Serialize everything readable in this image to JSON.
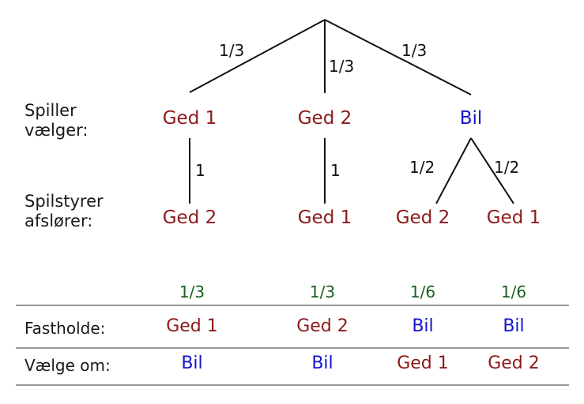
{
  "figure": {
    "title_text": "",
    "colors": {
      "goat": "#8b1a1a",
      "car": "#1414cc",
      "probability": "#1b5e20",
      "edge": "#111111",
      "rule": "#999999"
    }
  },
  "tree": {
    "row_labels": {
      "player_line1": "Spiller",
      "player_line2": "vælger:",
      "host_line1": "Spilstyrer",
      "host_line2": "afslører:"
    },
    "level1_edges": [
      {
        "label": "1/3"
      },
      {
        "label": "1/3"
      },
      {
        "label": "1/3"
      }
    ],
    "level1_nodes": [
      {
        "label": "Ged 1",
        "kind": "goat"
      },
      {
        "label": "Ged 2",
        "kind": "goat"
      },
      {
        "label": "Bil",
        "kind": "car"
      }
    ],
    "level2_edges": [
      {
        "label": "1"
      },
      {
        "label": "1"
      },
      {
        "label": "1/2"
      },
      {
        "label": "1/2"
      }
    ],
    "level2_nodes": [
      {
        "label": "Ged 2",
        "kind": "goat"
      },
      {
        "label": "Ged 1",
        "kind": "goat"
      },
      {
        "label": "Ged 2",
        "kind": "goat"
      },
      {
        "label": "Ged 1",
        "kind": "goat"
      }
    ]
  },
  "table": {
    "header": [
      "1/3",
      "1/3",
      "1/6",
      "1/6"
    ],
    "rows": [
      {
        "label": "Fastholde:",
        "cells": [
          {
            "text": "Ged 1",
            "kind": "goat"
          },
          {
            "text": "Ged 2",
            "kind": "goat"
          },
          {
            "text": "Bil",
            "kind": "car"
          },
          {
            "text": "Bil",
            "kind": "car"
          }
        ]
      },
      {
        "label": "Vælge om:",
        "cells": [
          {
            "text": "Bil",
            "kind": "car"
          },
          {
            "text": "Bil",
            "kind": "car"
          },
          {
            "text": "Ged 1",
            "kind": "goat"
          },
          {
            "text": "Ged 2",
            "kind": "goat"
          }
        ]
      }
    ]
  },
  "chart_data": {
    "type": "diagram",
    "title": "Monty Hall probability tree (Danish)",
    "stages": [
      {
        "name": "Spiller vælger:",
        "outcomes": [
          {
            "label": "Ged 1",
            "probability": "1/3"
          },
          {
            "label": "Ged 2",
            "probability": "1/3"
          },
          {
            "label": "Bil",
            "probability": "1/3"
          }
        ]
      },
      {
        "name": "Spilstyrer afslører:",
        "outcomes": [
          {
            "parent": "Ged 1",
            "label": "Ged 2",
            "probability": "1"
          },
          {
            "parent": "Ged 2",
            "label": "Ged 1",
            "probability": "1"
          },
          {
            "parent": "Bil",
            "label": "Ged 2",
            "probability": "1/2"
          },
          {
            "parent": "Bil",
            "label": "Ged 1",
            "probability": "1/2"
          }
        ]
      }
    ],
    "joint_probabilities": [
      "1/3",
      "1/3",
      "1/6",
      "1/6"
    ],
    "strategy_results": {
      "Fastholde:": [
        "Ged 1",
        "Ged 2",
        "Bil",
        "Bil"
      ],
      "Vælge om:": [
        "Bil",
        "Bil",
        "Ged 1",
        "Ged 2"
      ]
    }
  }
}
